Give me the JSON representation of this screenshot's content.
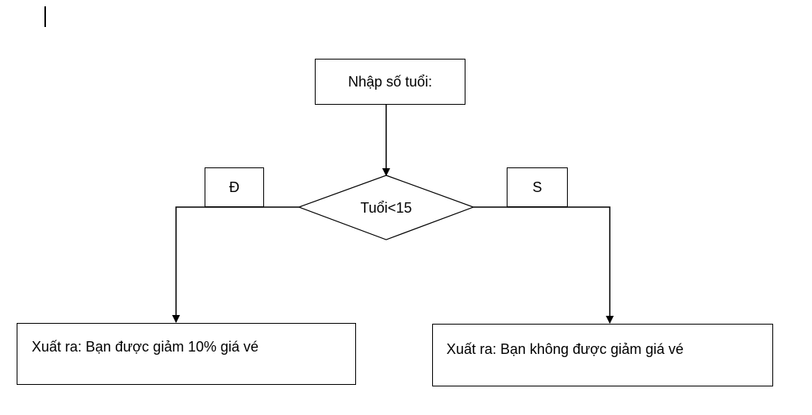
{
  "flowchart": {
    "input_step": "Nhập số tuổi:",
    "decision": "Tuổi<15",
    "yes_label": "Đ",
    "no_label": "S",
    "yes_output": "Xuất ra: Bạn được giảm 10% giá vé",
    "no_output": "Xuất ra: Bạn không được giảm giá vé"
  },
  "colors": {
    "line": "#000000",
    "background": "#ffffff"
  }
}
